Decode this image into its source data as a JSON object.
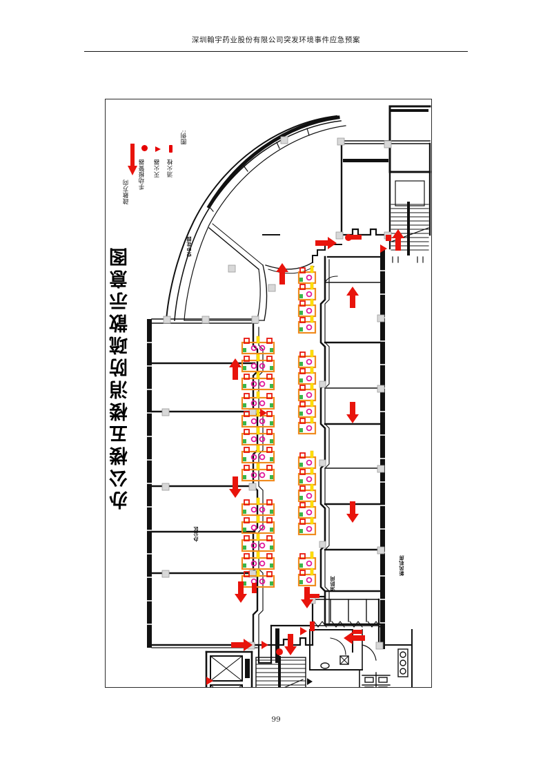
{
  "header": {
    "running_title": "深圳翰宇药业股份有限公司突发环境事件应急预案"
  },
  "page_number": "99",
  "drawing": {
    "title": "办公楼五楼消防疏散示意图",
    "legend": {
      "heading": "图例:",
      "items": [
        {
          "label": "消火栓",
          "symbol": "fire-hydrant-symbol",
          "color": "#e60000"
        },
        {
          "label": "灭火器",
          "symbol": "fire-extinguisher-symbol",
          "color": "#e60000"
        },
        {
          "label": "手动报警器",
          "symbol": "manual-alarm-symbol",
          "color": "#e60000"
        },
        {
          "label": "疏散方向",
          "symbol": "evacuation-arrow-symbol",
          "color": "#e60000"
        }
      ]
    },
    "room_labels": [
      {
        "name": "sky-garden",
        "text": "空中花园"
      },
      {
        "name": "office-area",
        "text": "办公区"
      },
      {
        "name": "fire-control-room",
        "text": "消防间"
      },
      {
        "name": "fresh-air-plant",
        "text": "新风机房"
      }
    ],
    "colors": {
      "wall": "#111111",
      "arrow": "#e8140c",
      "desk_frame": "#f08a1e",
      "desk_divider": "#ffe000",
      "chair": "#e8140c",
      "accent_magenta": "#e0179a",
      "accent_green": "#3bb54a",
      "door_marker": "#c8c8c8"
    }
  }
}
